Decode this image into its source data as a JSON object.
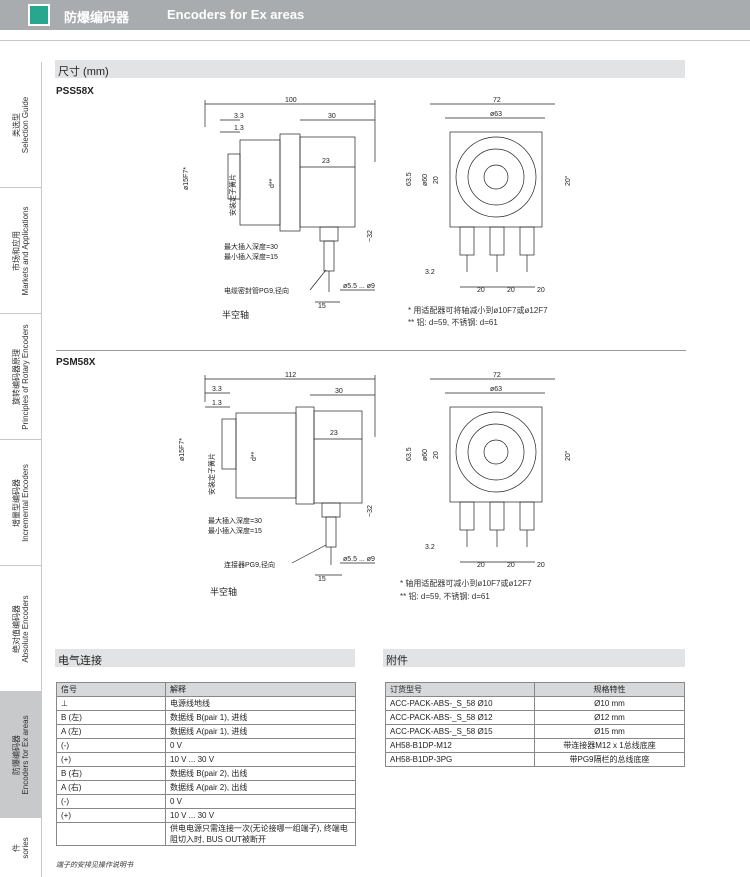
{
  "header": {
    "title_zh": "防爆编码器",
    "title_en": "Encoders for Ex areas"
  },
  "sidebar": {
    "tabs": [
      {
        "zh": "类选型",
        "en": "Selection Guide",
        "active": false
      },
      {
        "zh": "市场和应用",
        "en": "Markets and Applications",
        "active": false
      },
      {
        "zh": "旋转编码器原理",
        "en": "Principles of Rotary Encoders",
        "active": false
      },
      {
        "zh": "增量型编码器",
        "en": "Incremental Encoders",
        "active": false
      },
      {
        "zh": "绝对值编码器",
        "en": "Absolute Encoders",
        "active": false
      },
      {
        "zh": "防爆编码器",
        "en": "Encoders for Ex areas",
        "active": true
      },
      {
        "zh": "件",
        "en": "sories",
        "active": false
      }
    ]
  },
  "dimensions": {
    "section_title": "尺寸 (mm)",
    "pss": {
      "model": "PSS58X",
      "total_width": "100",
      "d33": "3.3",
      "d13": "1.3",
      "d30": "30",
      "d23": "23",
      "shaft_dia": "ø15F7*",
      "d_mark": "d**",
      "d32": "~32",
      "d15": "15",
      "d55": "ø5.5 ... ø9",
      "install_label": "安装定子簧片",
      "max_depth": "最大插入深度=30",
      "min_depth": "最小插入深度=15",
      "cable_label": "电缆密封管PG9,径向",
      "shaft_label": "半空轴",
      "front_w": "72",
      "front_d": "ø63",
      "front_h": "63.5",
      "front_60": "ø60",
      "front_20a": "20",
      "front_20b": "20",
      "front_20c": "20",
      "front_20d": "20",
      "front_angle": "20°",
      "front_32": "3.2",
      "note1": "*  用适配器可将轴减小到ø10F7或ø12F7",
      "note2": "**  铝: d=59, 不锈钢: d=61"
    },
    "psm": {
      "model": "PSM58X",
      "total_width": "112",
      "d33": "3.3",
      "d13": "1.3",
      "d30": "30",
      "d23": "23",
      "shaft_dia": "ø15F7*",
      "d_mark": "d**",
      "d32": "~32",
      "d15": "15",
      "d55": "ø5.5 ... ø9",
      "install_label": "安装定子簧片",
      "max_depth": "最大插入深度=30",
      "min_depth": "最小插入深度=15",
      "cable_label": "连接器PG9,径向",
      "shaft_label": "半空轴",
      "front_w": "72",
      "front_d": "ø63",
      "front_h": "63.5",
      "front_60": "ø60",
      "front_20a": "20",
      "front_20b": "20",
      "front_20c": "20",
      "front_20d": "20",
      "front_angle": "20°",
      "front_32": "3.2",
      "note1": "*  轴用适配器可减小到ø10F7或ø12F7",
      "note2": "**  铝: d=59, 不锈钢: d=61"
    }
  },
  "electrical": {
    "section_title": "电气连接",
    "headers": [
      "信号",
      "解释"
    ],
    "rows": [
      [
        "⊥",
        "电源线地线"
      ],
      [
        "B (左)",
        "数据线 B(pair 1), 进线"
      ],
      [
        "A (左)",
        "数据线 A(pair 1), 进线"
      ],
      [
        "(-)",
        "0 V"
      ],
      [
        "(+)",
        "10 V ... 30 V"
      ],
      [
        "B (右)",
        "数据线 B(pair 2), 出线"
      ],
      [
        "A (右)",
        "数据线 A(pair 2), 出线"
      ],
      [
        "(-)",
        "0 V"
      ],
      [
        "(+)",
        "10 V ... 30 V"
      ],
      [
        "",
        "供电电源只需连接一次(无论接哪一组端子), 终端电阻切入时, BUS OUT被断开"
      ]
    ],
    "footnote": "端子的安排见操作说明书"
  },
  "accessories": {
    "section_title": "附件",
    "headers": [
      "订货型号",
      "规格特性"
    ],
    "rows": [
      [
        "ACC-PACK-ABS-_S_58 Ø10",
        "Ø10 mm"
      ],
      [
        "ACC-PACK-ABS-_S_58 Ø12",
        "Ø12 mm"
      ],
      [
        "ACC-PACK-ABS-_S_58 Ø15",
        "Ø15 mm"
      ],
      [
        "AH58-B1DP-M12",
        "带连接器M12 x 1总线底座"
      ],
      [
        "AH58-B1DP-3PG",
        "带PG9隔栏的总线底座"
      ]
    ]
  }
}
